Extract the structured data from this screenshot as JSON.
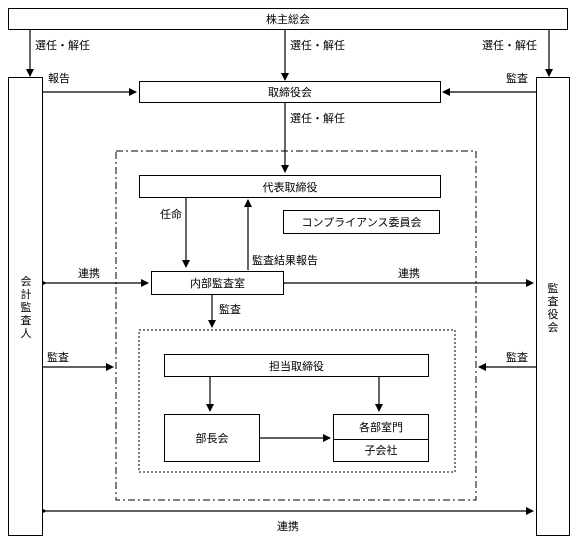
{
  "boxes": {
    "shareholders": "株主総会",
    "board": "取締役会",
    "ceo": "代表取締役",
    "compliance": "コンプライアンス委員会",
    "internal_audit": "内部監査室",
    "director_in_charge": "担当取締役",
    "dept_heads": "部長会",
    "departments": "各部室門",
    "subsidiaries": "子会社",
    "auditor": "会計監査人",
    "audit_board": "監査役会"
  },
  "labels": {
    "appoint_dismiss_left": "選任・解任",
    "appoint_dismiss_center": "選任・解任",
    "appoint_dismiss_right": "選任・解任",
    "report": "報告",
    "audit_board_to_board": "監査",
    "appoint_dismiss_ceo": "選任・解任",
    "appoint": "任命",
    "audit_result_report": "監査結果報告",
    "coop_left": "連携",
    "coop_right": "連携",
    "audit_internal": "監査",
    "audit_left": "監査",
    "audit_right": "監査",
    "coop_bottom": "連携"
  }
}
